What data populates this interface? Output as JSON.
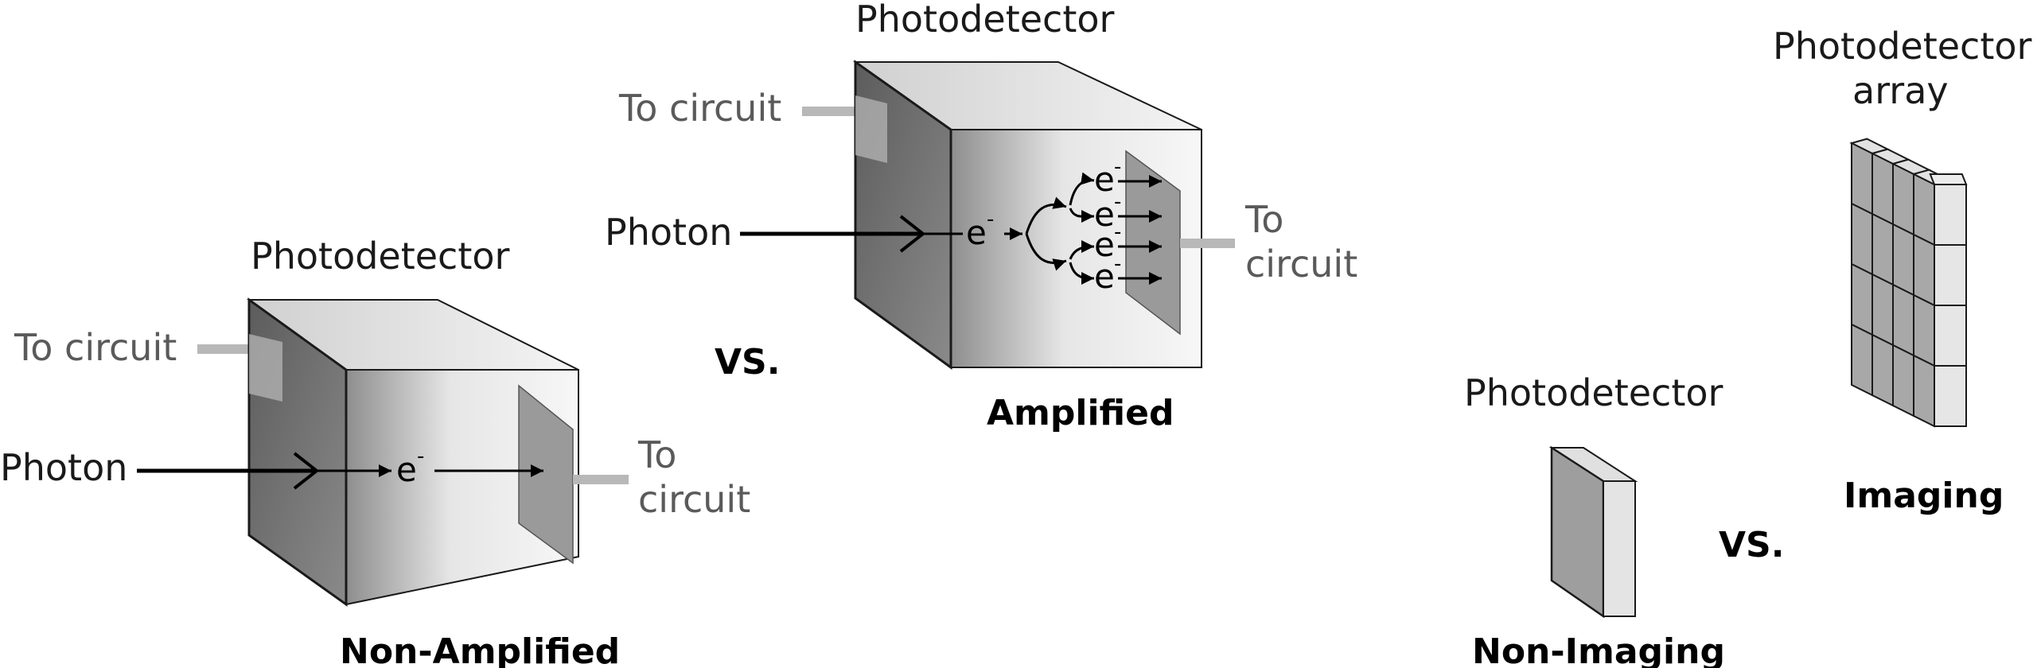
{
  "panels": {
    "non_amplified": {
      "title": "Photodetector",
      "to_circuit_top": "To circuit",
      "photon": "Photon",
      "electron": "e",
      "electron_sup": "-",
      "to_circuit_right_1": "To",
      "to_circuit_right_2": "circuit",
      "caption": "Non-Amplified"
    },
    "amplified": {
      "title": "Photodetector",
      "to_circuit_top": "To circuit",
      "photon": "Photon",
      "electron": "e",
      "electron_sup": "-",
      "to_circuit_right_1": "To",
      "to_circuit_right_2": "circuit",
      "caption": "Amplified"
    },
    "vs_left": "VS.",
    "non_imaging": {
      "title": "Photodetector",
      "caption": "Non-Imaging"
    },
    "vs_right": "VS.",
    "imaging": {
      "title_1": "Photodetector",
      "title_2": "array",
      "caption": "Imaging"
    }
  },
  "colors": {
    "front_face_dark": "#7a7a7a",
    "side_light": "#f2f2f2",
    "top_face": "#e8e8e8",
    "plate": "#9a9a9a",
    "connector": "#b8b8b8",
    "outline": "#1a1a1a"
  }
}
